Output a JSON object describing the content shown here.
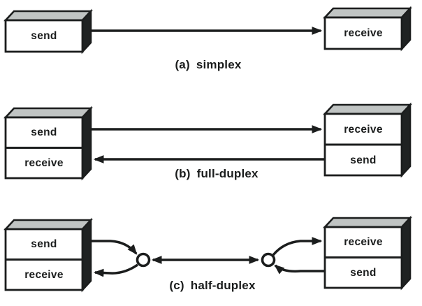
{
  "colors": {
    "background": "#ffffff",
    "line": "#1b1d1d",
    "box_front": "#ffffff",
    "box_top": "#c0c4c3",
    "box_side": "#1f2222",
    "text": "#1a1c1c"
  },
  "sections": [
    {
      "id": "a",
      "caption_index": "(a)",
      "caption_text": "simplex",
      "left_box": {
        "cells": [
          "send"
        ]
      },
      "right_box": {
        "cells": [
          "receive"
        ]
      }
    },
    {
      "id": "b",
      "caption_index": "(b)",
      "caption_text": "full-duplex",
      "left_box": {
        "cells": [
          "send",
          "receive"
        ]
      },
      "right_box": {
        "cells": [
          "receive",
          "send"
        ]
      }
    },
    {
      "id": "c",
      "caption_index": "(c)",
      "caption_text": "half-duplex",
      "left_box": {
        "cells": [
          "send",
          "receive"
        ]
      },
      "right_box": {
        "cells": [
          "receive",
          "send"
        ]
      }
    }
  ]
}
